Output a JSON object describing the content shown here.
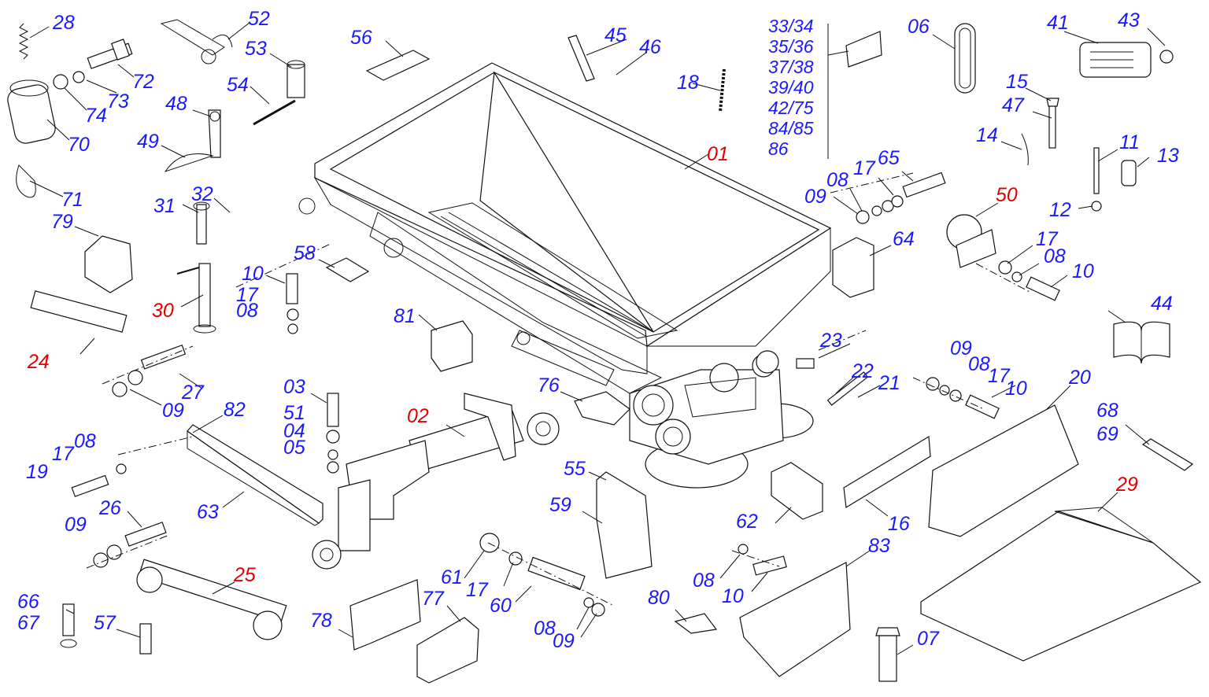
{
  "colors": {
    "blue": "#1a1aff",
    "red": "#e00000",
    "line": "#111111"
  },
  "labels": {
    "l28": "28",
    "l52": "52",
    "l53": "53",
    "l56": "56",
    "l45": "45",
    "l46": "46",
    "l18": "18",
    "l06": "06",
    "l41": "41",
    "l43": "43",
    "l72": "72",
    "l73": "73",
    "l74": "74",
    "l70": "70",
    "l48": "48",
    "l54": "54",
    "l49": "49",
    "l71": "71",
    "l79": "79",
    "l31": "31",
    "l32": "32",
    "l58": "58",
    "l10a": "10",
    "l17a": "17",
    "l08a": "08",
    "l30": "30",
    "l24": "24",
    "l81": "81",
    "l01": "01",
    "l09a": "09",
    "l08b": "08",
    "l17b": "17",
    "l65": "65",
    "l64": "64",
    "l15": "15",
    "l47": "47",
    "l14": "14",
    "l11": "11",
    "l13": "13",
    "l12": "12",
    "l50": "50",
    "l17c": "17",
    "l08c": "08",
    "l10b": "10",
    "l44": "44",
    "l27": "27",
    "l09b": "09",
    "l82": "82",
    "l03": "03",
    "l51": "51",
    "l04": "04",
    "l05": "05",
    "l02": "02",
    "l76": "76",
    "l23": "23",
    "l22": "22",
    "l21": "21",
    "l09c": "09",
    "l08d": "08",
    "l17d": "17",
    "l10c": "10",
    "l20": "20",
    "l68": "68",
    "l69": "69",
    "l08e": "08",
    "l17e": "17",
    "l19": "19",
    "l63": "63",
    "l55": "55",
    "l59": "59",
    "l62": "62",
    "l16": "16",
    "l29": "29",
    "l26": "26",
    "l09d": "09",
    "l25": "25",
    "l61": "61",
    "l17f": "17",
    "l60": "60",
    "l08f": "08",
    "l09e": "09",
    "l83": "83",
    "l08g": "08",
    "l10d": "10",
    "l80": "80",
    "l07": "07",
    "l66": "66",
    "l67": "67",
    "l57": "57",
    "l78": "78",
    "l77": "77"
  },
  "decal_codes": [
    "33/34",
    "35/36",
    "37/38",
    "39/40",
    "42/75",
    "84/85",
    "86"
  ]
}
